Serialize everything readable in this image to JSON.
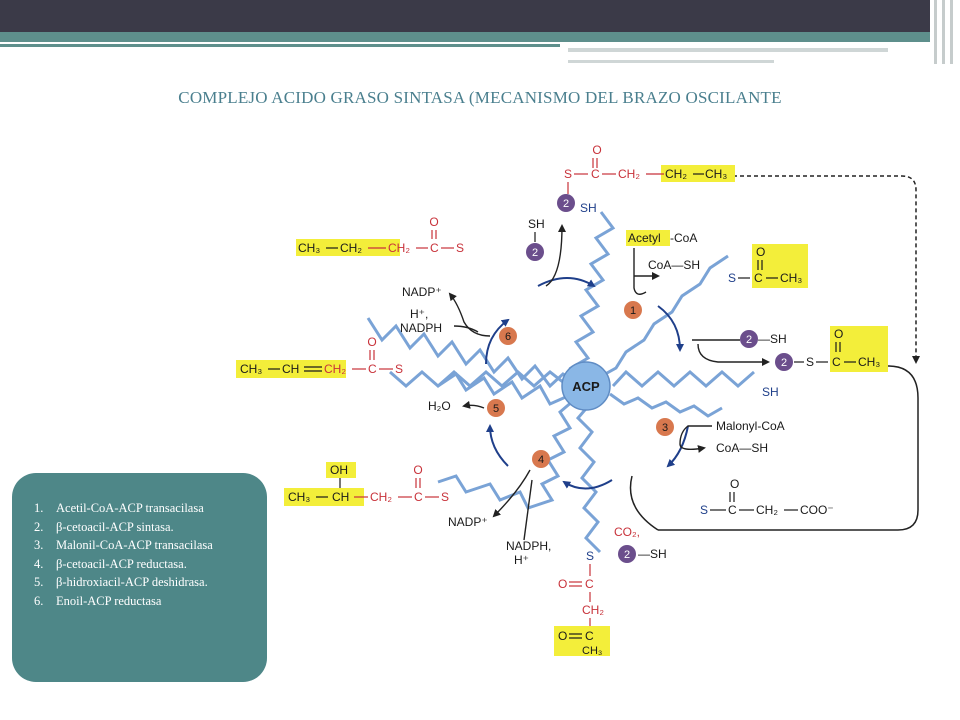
{
  "slide": {
    "title": "COMPLEJO ACIDO GRASO SINTASA (MECANISMO DEL BRAZO OSCILANTE",
    "legend": [
      {
        "num": "1.",
        "text": "Acetil-CoA-ACP transacilasa"
      },
      {
        "num": "2.",
        "text": "β-cetoacil-ACP sintasa."
      },
      {
        "num": "3.",
        "text": "Malonil-CoA-ACP transacilasa"
      },
      {
        "num": "4.",
        "text": "β-cetoacil-ACP reductasa."
      },
      {
        "num": "5.",
        "text": "β-hidroxiacil-ACP deshidrasa."
      },
      {
        "num": "6.",
        "text": "Enoil-ACP reductasa"
      }
    ]
  },
  "diagram": {
    "center": "ACP",
    "enzymes": [
      "1",
      "2",
      "3",
      "4",
      "5",
      "6"
    ],
    "top_chain": {
      "s": "S",
      "c": "C",
      "o": "O",
      "ch2": "CH₂",
      "ch2y": "CH₂",
      "ch3": "CH₃"
    },
    "top_sh": "SH",
    "left_sh": "SH",
    "butyryl": {
      "ch3": "CH₃",
      "ch2y": "CH₂",
      "ch2": "CH₂",
      "c": "C",
      "o": "O",
      "s": "S"
    },
    "crotonyl": {
      "ch3": "CH₃",
      "ch": "CH",
      "ch2": "CH₂",
      "c": "C",
      "o": "O",
      "s": "S"
    },
    "hydroxy": {
      "oh": "OH",
      "ch3": "CH₃",
      "ch": "CH",
      "ch2": "CH₂",
      "c": "C",
      "o": "O",
      "s": "S"
    },
    "acetyl_coa": {
      "acetyl": "Acetyl",
      "coa": "-CoA",
      "coash": "CoA—SH"
    },
    "acetyl_acp": {
      "s": "S",
      "c": "C",
      "o": "O",
      "ch3": "CH₃"
    },
    "enzyme_sh": "—SH",
    "acetyl_enzyme": {
      "s": "S",
      "c": "C",
      "o": "O",
      "ch3": "CH₃"
    },
    "right_sh": "SH",
    "malonyl": {
      "label": "Malonyl-CoA",
      "coash": "CoA—SH"
    },
    "malonyl_acp": {
      "s": "S",
      "c": "C",
      "o": "O",
      "ch2": "CH₂",
      "coo": "COO⁻"
    },
    "co2": "CO₂,",
    "co2_sh": "—SH",
    "bottom_chain": {
      "s": "S",
      "o1": "O",
      "c1": "C",
      "ch2": "CH₂",
      "o2": "O",
      "c2": "C",
      "ch3": "CH₃"
    },
    "nadp_top": "NADP⁺",
    "h_nadph": "H⁺,",
    "nadph": "NADPH",
    "h2o": "H₂O",
    "nadp_bottom": "NADP⁺",
    "nadph_bottom": "NADPH,",
    "h_bottom": "H⁺"
  },
  "colors": {
    "highlight": "#f3ee3a",
    "enzyme_circle": "#6b4e8c",
    "enzyme_orange": "#d8784e",
    "acp": "#8ab7e6",
    "chain": "#7aa3d6",
    "arrow": "#1f3f8a",
    "red_text": "#c8323a",
    "legend_bg": "#4e8788",
    "title": "#4a7f8e"
  }
}
